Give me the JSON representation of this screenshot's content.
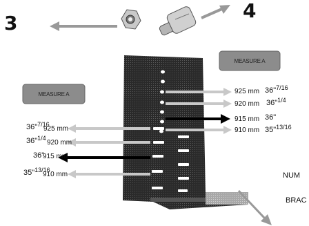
{
  "callouts": {
    "left_number": "3",
    "right_number": "4"
  },
  "badges": {
    "left": "MEASURE A",
    "right": "MEASURE A"
  },
  "right_measures": [
    {
      "mm": "925 mm",
      "inch_main": "36\"",
      "inch_frac": "7/16"
    },
    {
      "mm": "920 mm",
      "inch_main": "36\"",
      "inch_frac": "1/4"
    },
    {
      "mm": "915 mm",
      "inch_main": "36\"",
      "inch_frac": ""
    },
    {
      "mm": "910 mm",
      "inch_main": "35\"",
      "inch_frac": "13/16"
    }
  ],
  "left_measures": [
    {
      "mm": "925 mm",
      "inch_main": "36\"",
      "inch_frac": "7/16"
    },
    {
      "mm": "920 mm",
      "inch_main": "36\"",
      "inch_frac": "1/4"
    },
    {
      "mm": "915 mm",
      "inch_main": "36\"",
      "inch_frac": ""
    },
    {
      "mm": "910 mm",
      "inch_main": "35\"",
      "inch_frac": "13/16"
    }
  ],
  "cut_labels": {
    "num": "NUM",
    "brac": "BRAC"
  },
  "colors": {
    "arrow_light": "#c8c8c8",
    "arrow_dark": "#000000",
    "bracket": "#1a1a1a",
    "badge": "#9a9a9a"
  }
}
